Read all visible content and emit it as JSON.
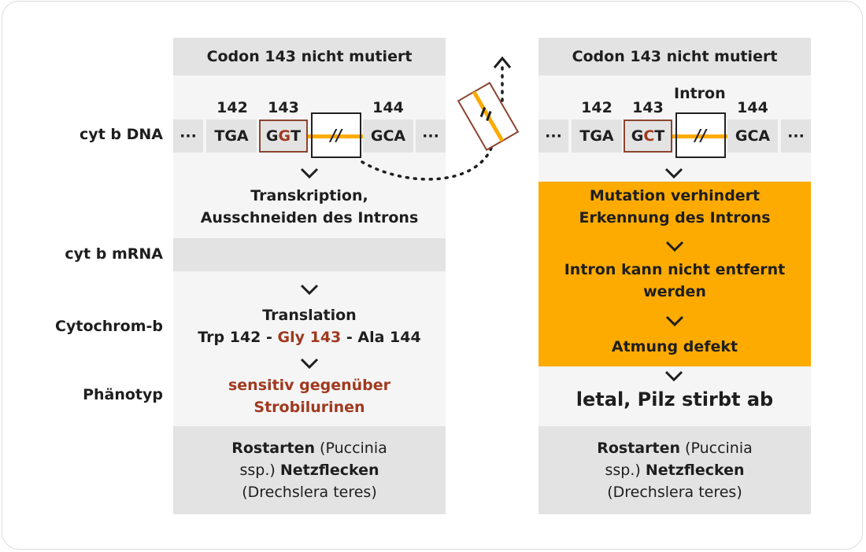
{
  "row_labels": {
    "dna": "cyt b DNA",
    "mrna": "cyt b mRNA",
    "protein": "Cytochrom-b",
    "phenotype": "Phänotyp"
  },
  "left": {
    "header": "Codon 143 nicht mutiert",
    "codon_numbers": [
      "142",
      "143",
      "144"
    ],
    "ellipsis": "···",
    "codons": {
      "c142": "TGA",
      "c143_a": "G",
      "c143_b": "G",
      "c143_c": "T",
      "c144": "GCA"
    },
    "intron_mark": "//",
    "transcription_line1": "Transkription,",
    "transcription_line2": "Ausschneiden des Introns",
    "translation_title": "Translation",
    "translation_part1": "Trp 142 - ",
    "translation_part2": "Gly 143",
    "translation_part3": " - Ala 144",
    "phenotype_line1": "sensitiv gegenüber",
    "phenotype_line2": "Strobilurinen",
    "footer_bold1": "Rostarten",
    "footer_text1": " (Puccinia",
    "footer_text2": "ssp.) ",
    "footer_bold2": "Netzflecken",
    "footer_text3": "(Drechslera teres)"
  },
  "right": {
    "header": "Codon 143 nicht mutiert",
    "codon_numbers": [
      "142",
      "143",
      "144"
    ],
    "intron_label": "Intron",
    "ellipsis": "···",
    "codons": {
      "c142": "TGA",
      "c143_a": "G",
      "c143_b": "C",
      "c143_c": "T",
      "c144": "GCA"
    },
    "intron_mark": "//",
    "effect1_line1": "Mutation verhindert",
    "effect1_line2": "Erkennung des Introns",
    "effect2_line1": "Intron kann nicht entfernt",
    "effect2_line2": "werden",
    "effect3": "Atmung defekt",
    "result": "letal, Pilz stirbt ab",
    "footer_bold1": "Rostarten",
    "footer_text1": " (Puccinia",
    "footer_text2": "ssp.) ",
    "footer_bold2": "Netzflecken",
    "footer_text3": "(Drechslera teres)"
  },
  "colors": {
    "accent_orange": "#fdab00",
    "mutation_red": "#a0391f",
    "band_gray": "#e3e3e3",
    "panel_gray": "#f5f5f5"
  }
}
